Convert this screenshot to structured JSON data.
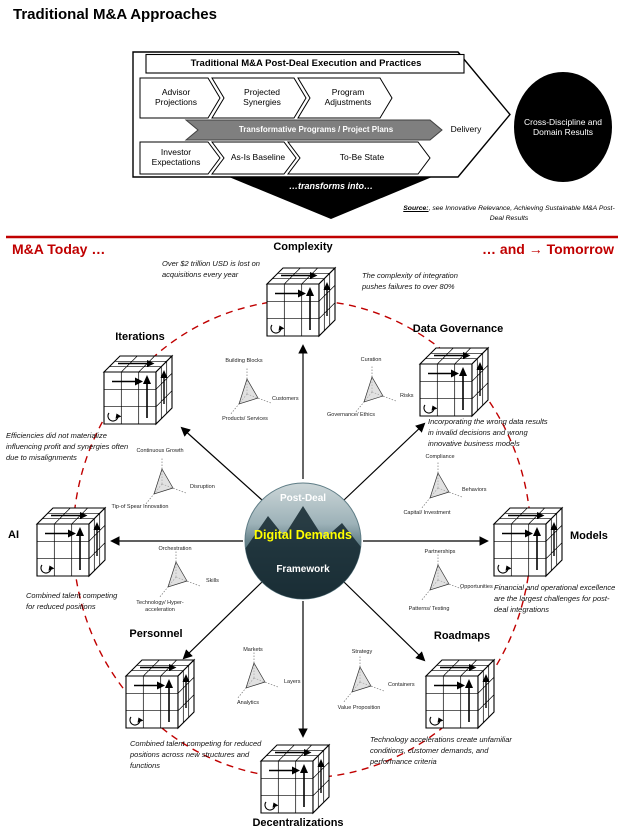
{
  "page_title": "Traditional M&A Approaches",
  "flow": {
    "banner_title": "Traditional M&A Post-Deal Execution and Practices",
    "row1": [
      "Advisor Projections",
      "Projected Synergies",
      "Program Adjustments"
    ],
    "middle": "Transformative Programs / Project Plans",
    "delivery": "Delivery",
    "row2": [
      "Investor Expectations",
      "As-Is Baseline",
      "To-Be State"
    ],
    "transforms": "…transforms into…",
    "result_bubble": "Cross-Discipline and Domain Results"
  },
  "source": {
    "label": "Source:",
    "text": ", see Innovative Relevance, Achieving Sustainable M&A Post-Deal Results"
  },
  "section": {
    "left": "M&A Today …",
    "right": "… and → Tomorrow"
  },
  "hub": {
    "line1": "Post-Deal",
    "line2": "Digital Demands",
    "line3": "Framework"
  },
  "nodes": {
    "complexity": "Complexity",
    "data_governance": "Data Governance",
    "models": "Models",
    "roadmaps": "Roadmaps",
    "decentralizations": "Decentralizations",
    "personnel": "Personnel",
    "ai": "AI",
    "iterations": "Iterations"
  },
  "annotations": {
    "over_2_trillion": "Over $2 trillion  USD is lost on acquisitions every year",
    "complexity_failures": "The complexity of integration pushes failures to over 80%",
    "wrong_data": "Incorporating the wrong data results in invalid decisions and wrong innovative business models",
    "financial_operational": "Financial and operational excellence are the largest challenges for post-deal integrations",
    "tech_accelerations": "Technology accelerations create unfamiliar conditions, customer demands, and performance criteria",
    "combined_talent_structures": "Combined talent competing for reduced positions across new structures and functions",
    "combined_talent": "Combined talent competing for reduced positions",
    "efficiencies": "Efficiencies  did not materialize influencing profit and synergies often due to misalignments"
  },
  "radars": {
    "r1": {
      "top": "Building Blocks",
      "right": "Customers",
      "bottom": "Products/ Services"
    },
    "r2": {
      "top": "Curation",
      "right": "Risks",
      "bottom": "Governance/ Ethics"
    },
    "r3": {
      "top": "Continuous Growth",
      "right": "Disruption",
      "bottom": "Tip-of Spear Innovation"
    },
    "r4": {
      "top": "Compliance",
      "right": "Behaviors",
      "bottom": "Capital/ Investment"
    },
    "r5": {
      "top": "Orchestration",
      "right": "Skills",
      "bottom": "Technology/ Hyper-acceleration"
    },
    "r6": {
      "top": "Partnerships",
      "right": "Opportunities",
      "bottom": "Patterns/ Testing"
    },
    "r7": {
      "top": "Markets",
      "right": "Layers",
      "bottom": "Analytics"
    },
    "r8": {
      "top": "Strategy",
      "right": "Containers",
      "bottom": "Value Proposition"
    }
  },
  "colors": {
    "accent_red": "#C00000",
    "highlight_yellow": "#FFFF00",
    "chevron_gray": "#7F7F7F"
  }
}
